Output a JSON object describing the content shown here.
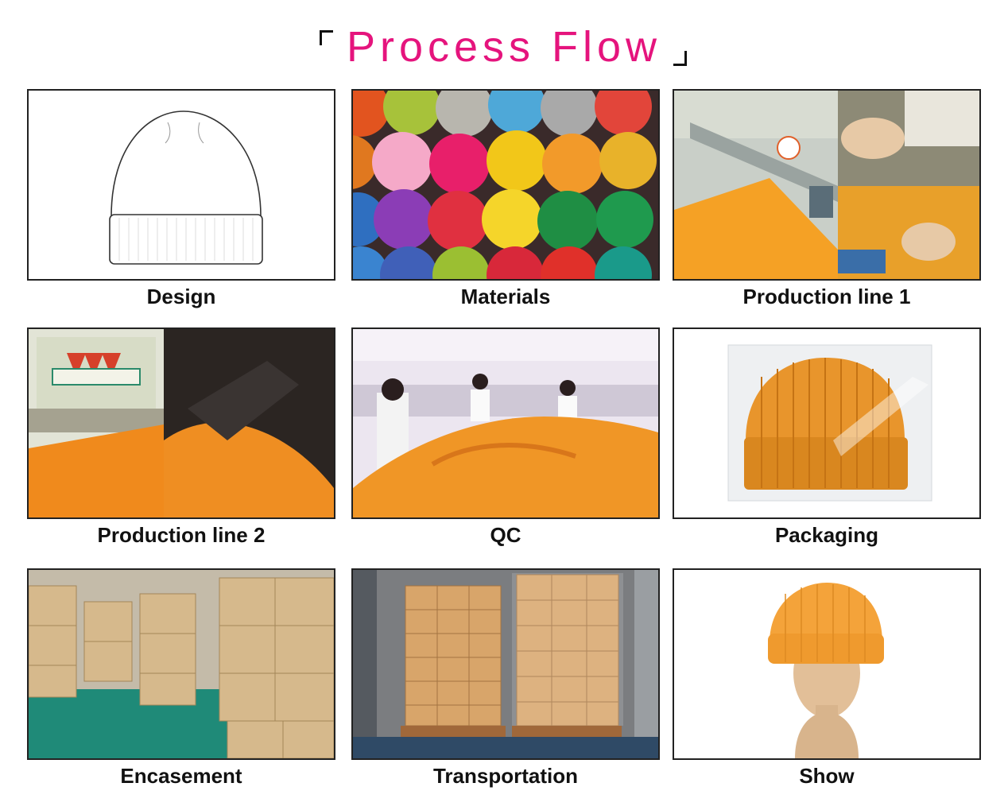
{
  "title": {
    "text": "Process Flow",
    "color": "#e5147d"
  },
  "steps": [
    {
      "label": "Design",
      "image": "hat-sketch"
    },
    {
      "label": "Materials",
      "image": "yarn-balls"
    },
    {
      "label": "Production line 1",
      "image": "knitting-machine"
    },
    {
      "label": "Production line 2",
      "image": "embroidery-machine"
    },
    {
      "label": "QC",
      "image": "inspection-workshop"
    },
    {
      "label": "Packaging",
      "image": "bagged-beanie"
    },
    {
      "label": "Encasement",
      "image": "warehouse-boxes"
    },
    {
      "label": "Transportation",
      "image": "container-pallets"
    },
    {
      "label": "Show",
      "image": "mannequin-beanie"
    }
  ],
  "colors": {
    "accent_orange": "#f39a2c",
    "frame_border": "#222222"
  }
}
